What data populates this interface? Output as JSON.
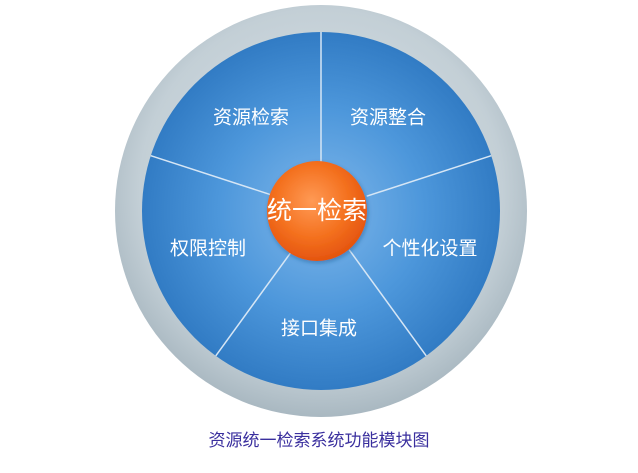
{
  "center": {
    "label": "统一检索",
    "color": "#f26a21"
  },
  "segments": [
    {
      "label": "资源检索"
    },
    {
      "label": "资源整合"
    },
    {
      "label": "个性化设置"
    },
    {
      "label": "接口集成"
    },
    {
      "label": "权限控制"
    }
  ],
  "caption": {
    "text": "资源统一检索系统功能模块图",
    "color": "#3a2f9e"
  },
  "colors": {
    "ring": "#b9c7cf",
    "disc": "#3a86cf",
    "divider": "#d6e6f5"
  }
}
